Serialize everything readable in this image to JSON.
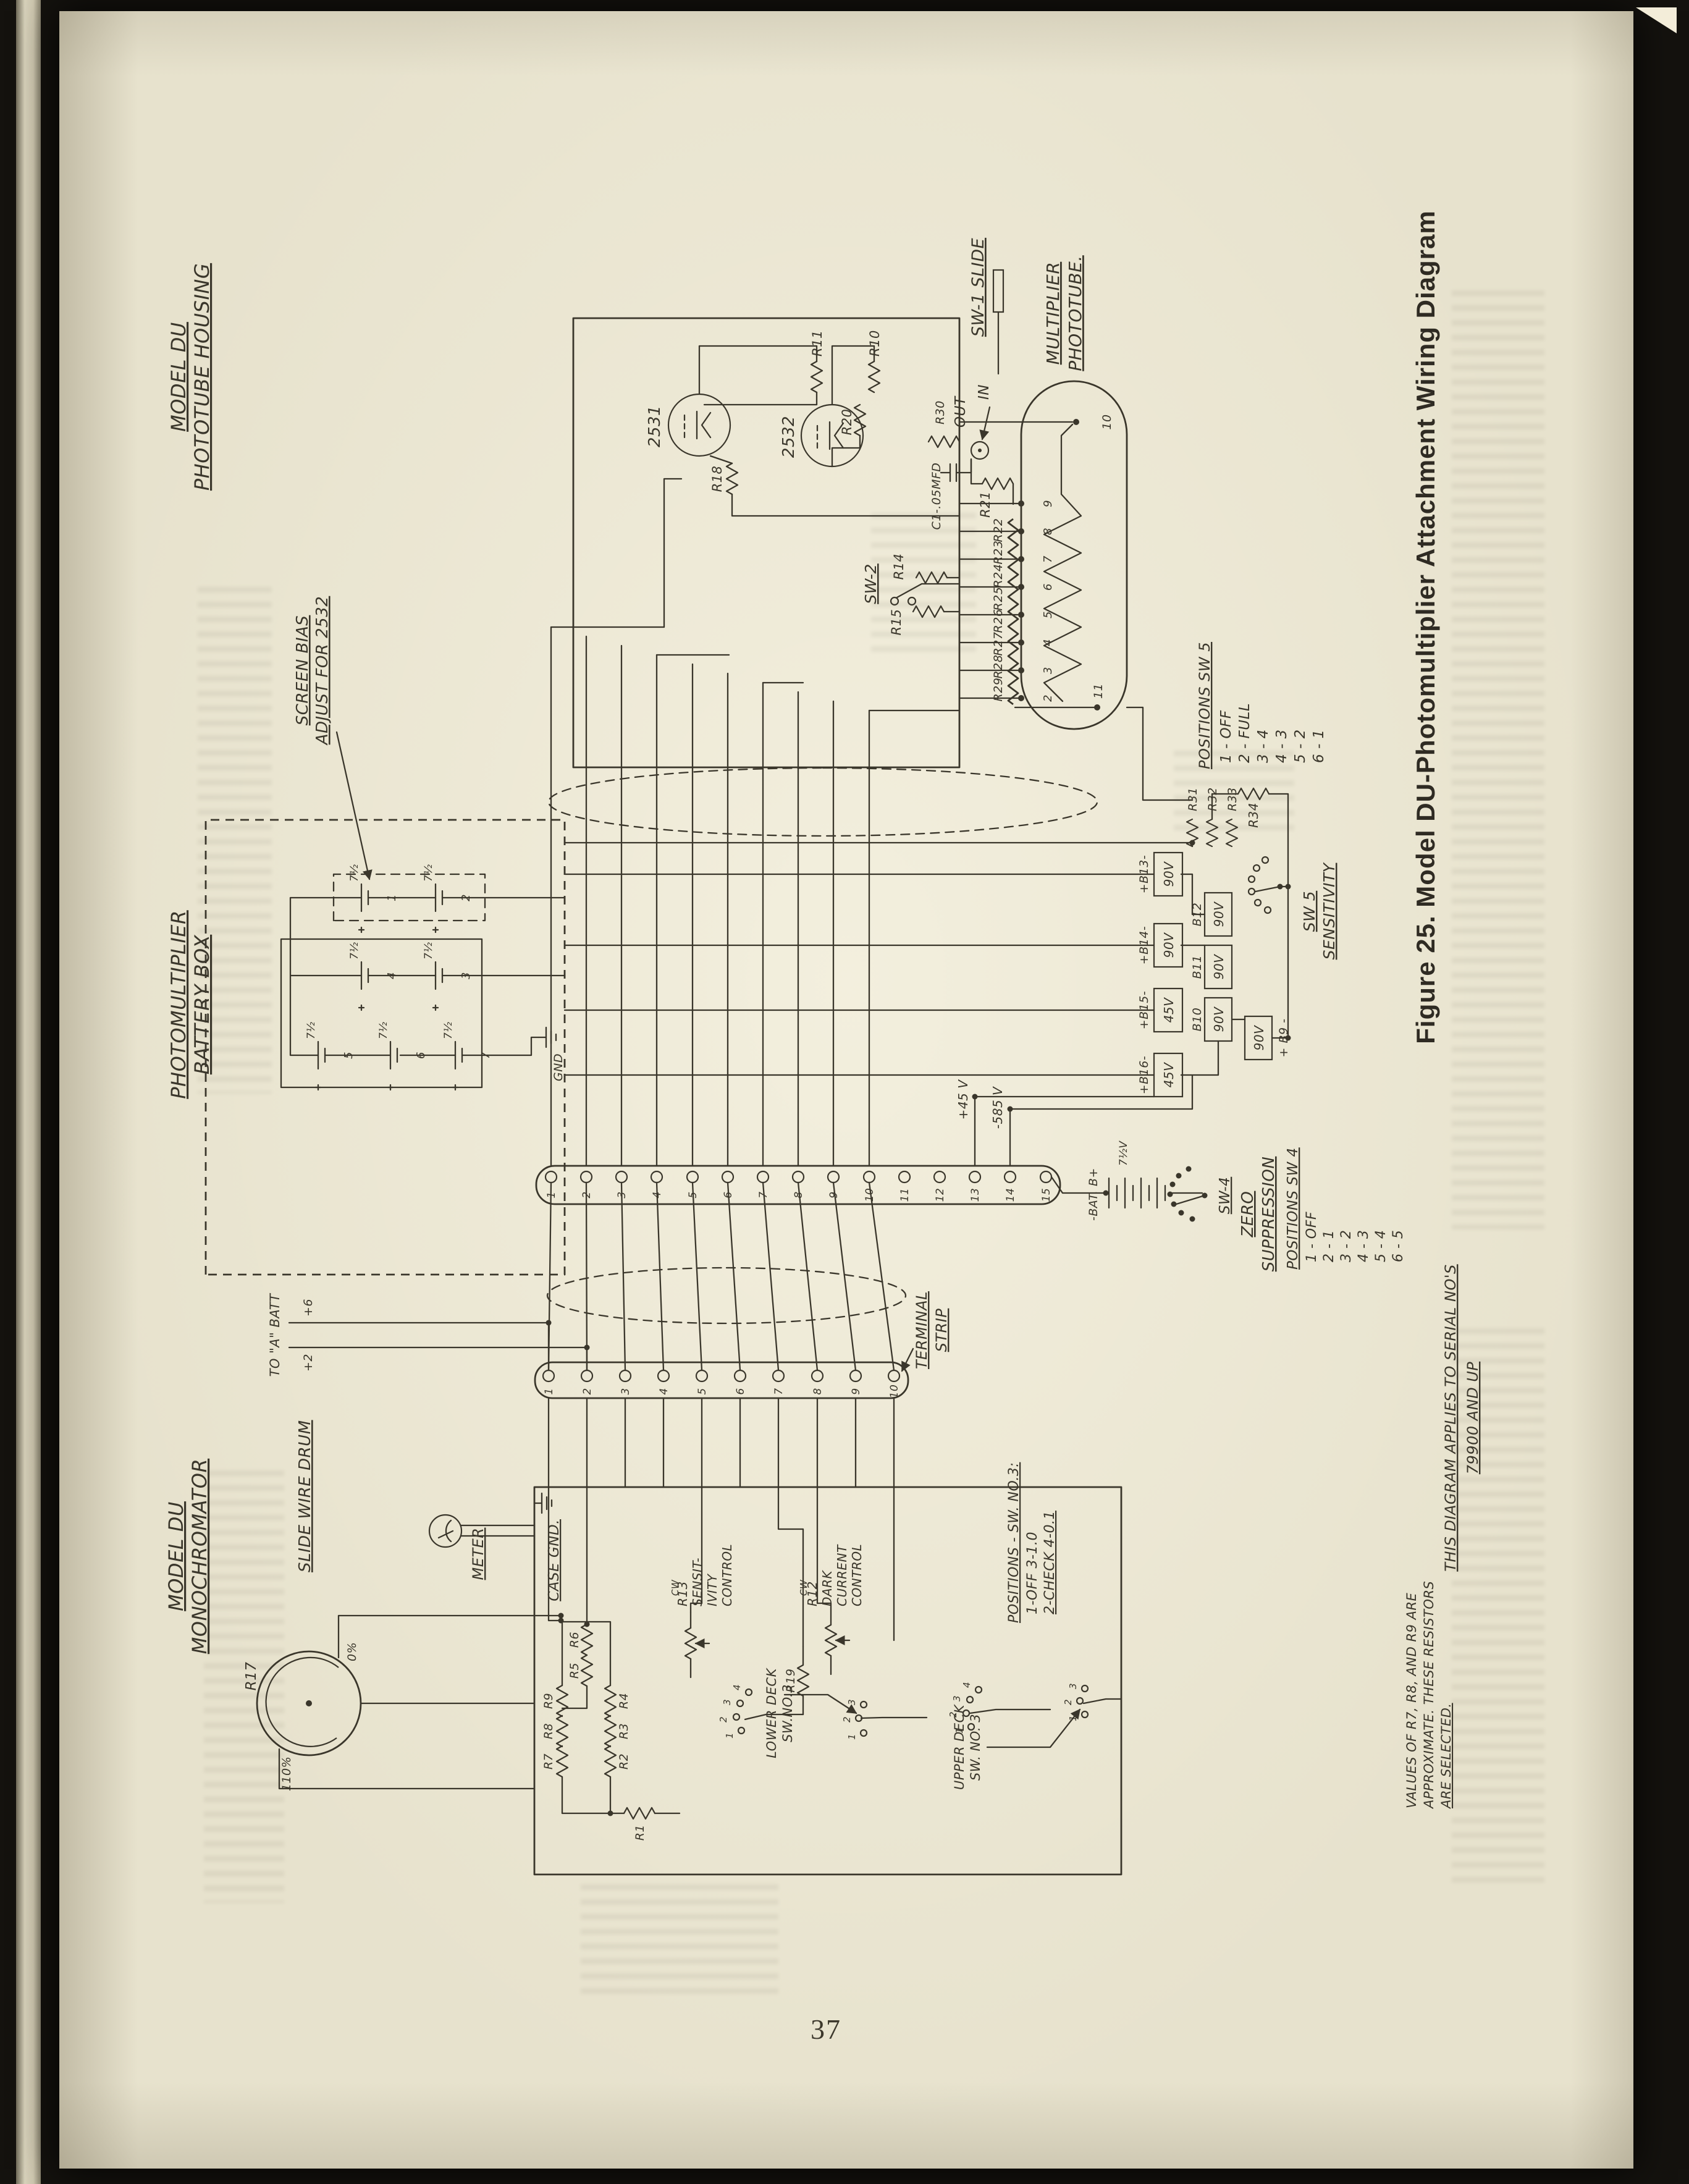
{
  "page": {
    "number": "37"
  },
  "caption": "Figure 25. Model DU-Photomultiplier Attachment Wiring Diagram",
  "headings": {
    "monochromator": {
      "line1": "MODEL DU",
      "line2": "MONOCHROMATOR"
    },
    "phototube_housing": {
      "line1": "MODEL DU",
      "line2": "PHOTOTUBE HOUSING"
    },
    "battery_box": {
      "line1": "PHOTOMULTIPLIER",
      "line2": "BATTERY BOX"
    }
  },
  "notes": {
    "screen_bias": {
      "line1": "SCREEN BIAS",
      "line2": "ADJUST FOR 2532"
    },
    "serial": {
      "line1": "THIS DIAGRAM APPLIES TO SERIAL NO'S",
      "line2": "79900 AND UP"
    },
    "values": {
      "line1": "VALUES OF R7, R8, AND R9 ARE",
      "line2": "APPROXIMATE. THESE RESISTORS",
      "line3": "ARE SELECTED."
    }
  },
  "housing": {
    "tube1": "2531",
    "tube2": "2532",
    "r18": "R18",
    "r11": "R11",
    "r10": "R10",
    "r20": "R20",
    "sw2": "SW-2",
    "r15": "R15",
    "r14": "R14",
    "r30": "R30",
    "c1": "C1-.05MFD",
    "r21": "R21",
    "in": "IN",
    "out": "OUT",
    "sw1": "SW-1 SLIDE"
  },
  "multiplier": {
    "line1": "MULTIPLIER",
    "line2": "PHOTOTUBE.",
    "pins": [
      "2",
      "3",
      "4",
      "5",
      "6",
      "7",
      "8",
      "9"
    ],
    "pin10": "10",
    "pin11": "11",
    "chain": [
      "R29",
      "R28",
      "R27",
      "R26",
      "R25",
      "R24",
      "R23",
      "R22"
    ]
  },
  "sw5": {
    "title": "POSITIONS SW 5",
    "items": [
      "1 - OFF",
      "2 - FULL",
      "3 - 4",
      "4 - 3",
      "5 - 2",
      "6 - 1"
    ],
    "line1": "SW 5",
    "line2": "SENSITIVITY",
    "r34": "R34"
  },
  "batteries": {
    "cell_value": "7½",
    "cells": [
      "1",
      "2",
      "3",
      "4",
      "5",
      "6",
      "7"
    ],
    "gnd": "GND",
    "bank": [
      {
        "name": "+B16-",
        "v": "45V"
      },
      {
        "name": "+B15-",
        "v": "45V"
      },
      {
        "name": "+B14-",
        "v": "90V"
      },
      {
        "name": "+B13-",
        "v": "90V"
      },
      {
        "name": "B10",
        "v": "90V"
      },
      {
        "name": "B11",
        "v": "90V"
      },
      {
        "name": "B12",
        "v": "90V"
      },
      {
        "name": "+ B9 -",
        "v": "90V"
      }
    ],
    "r31": "R31",
    "r32": "R32",
    "r33": "R33",
    "plus45": "+45 V",
    "minus585": "-585 V"
  },
  "zero_suppression": {
    "line1": "ZERO",
    "line2": "SUPPRESSION",
    "bat": "-BAT. B+",
    "bat_v": "7½V",
    "sw4": "SW-4",
    "title": "POSITIONS SW 4",
    "items": [
      "1 - OFF",
      "2 - 1",
      "3 - 2",
      "4 - 3",
      "5 - 4",
      "6 - 5"
    ]
  },
  "strips": {
    "line1": "TERMINAL",
    "line2": "STRIP",
    "strip1": [
      "1",
      "2",
      "3",
      "4",
      "5",
      "6",
      "7",
      "8",
      "9",
      "10",
      "11",
      "12",
      "13",
      "14",
      "15"
    ],
    "strip2": [
      "1",
      "2",
      "3",
      "4",
      "5",
      "6",
      "7",
      "8",
      "9",
      "10"
    ],
    "to_a_batt": "TO \"A\" BATT",
    "plus6": "+6",
    "plus2": "+2"
  },
  "mono": {
    "meter": "METER",
    "case_gnd": "CASE GND.",
    "drum": "SLIDE WIRE DRUM",
    "r17": "R17",
    "pct0": "0%",
    "pct110": "110%",
    "r1": "R1",
    "r2": "R2",
    "r3": "R3",
    "r4": "R4",
    "r5": "R5",
    "r6": "R6",
    "r7": "R7",
    "r8": "R8",
    "r9": "R9",
    "r19": "R19",
    "cw": "CW",
    "r13": {
      "line1": "R13",
      "line2": "SENSIT-",
      "line3": "IVITY",
      "line4": "CONTROL"
    },
    "r12": {
      "line1": "R12",
      "line2": "DARK",
      "line3": "CURRENT",
      "line4": "CONTROL"
    },
    "sw3_title": "POSITIONS - SW. NO.3:",
    "sw3_row1": "1-OFF    3-1.0",
    "sw3_row2": "2-CHECK  4-0.1",
    "lower": {
      "line1": "LOWER DECK",
      "line2": "SW.NO.3"
    },
    "upper": {
      "line1": "UPPER DECK",
      "line2": "SW. NO. 3"
    },
    "contacts": [
      "1",
      "2",
      "3",
      "4"
    ]
  }
}
